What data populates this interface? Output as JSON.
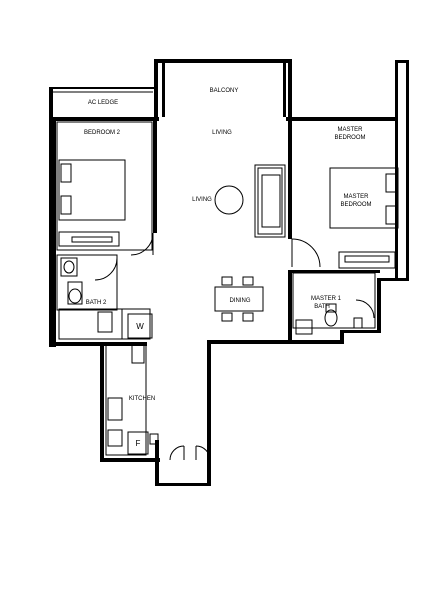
{
  "plan": {
    "labels": {
      "ac_ledge": "AC LEDGE",
      "balcony": "BALCONY",
      "living_top": "LIVING",
      "master_bedroom_top_1": "MASTER",
      "master_bedroom_top_2": "BEDROOM",
      "bedroom2": "BEDROOM 2",
      "living": "LIVING",
      "master_bedroom_1": "MASTER",
      "master_bedroom_2": "BEDROOM",
      "bath2": "BATH 2",
      "dining": "DINING",
      "master_bath_1": "MASTER 1",
      "master_bath_2": "BATH",
      "washer": "W",
      "kitchen": "KITCHEN",
      "fridge": "F"
    }
  }
}
